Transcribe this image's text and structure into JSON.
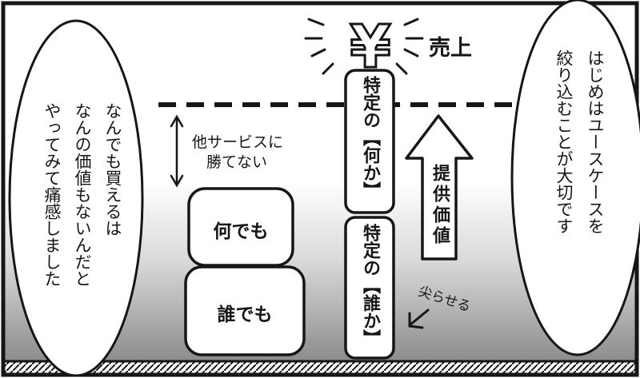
{
  "speech_left": {
    "line_1": "なんでも買えるは",
    "line_2": "なんの価値もないんだと",
    "line_3": "やってみて痛感しました"
  },
  "speech_right": {
    "line_1": "はじめはユースケースを",
    "line_2": "絞り込むことが大切です"
  },
  "gap_label": {
    "line_1": "他サービスに",
    "line_2": "勝てない"
  },
  "boxes": {
    "anything": "何でも",
    "anyone": "誰でも"
  },
  "pillar": {
    "top": "特定の【何か】",
    "bottom": "特定の【誰か】"
  },
  "arrow_label": "提供価値",
  "sharpen_label": "尖らせる",
  "revenue_label": "売上",
  "yen_symbol": "¥",
  "colors": {
    "ink": "#161616",
    "paper": "#ffffff",
    "shade_dark": "#8a8a8a"
  }
}
